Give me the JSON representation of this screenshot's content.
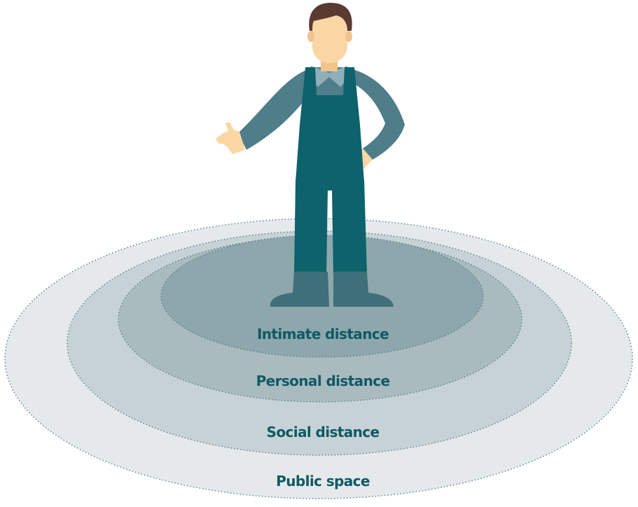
{
  "zones": [
    {
      "label": "Intimate distance"
    },
    {
      "label": "Personal distance"
    },
    {
      "label": "Social distance"
    },
    {
      "label": "Public space"
    }
  ],
  "colors": {
    "zone_public": "#e5e9ec",
    "zone_social": "#c7d2d7",
    "zone_personal": "#aabbc0",
    "zone_intimate": "#8ea7ac",
    "zone_border": "#4f7f86",
    "label_text": "#0e5a64",
    "overalls": "#0d626b",
    "shirt": "#4f7d89",
    "skin": "#fad6a5",
    "hair": "#5a3b32",
    "boots": "#3f6f78"
  },
  "figure": {
    "icon": "standing-worker-icon"
  }
}
